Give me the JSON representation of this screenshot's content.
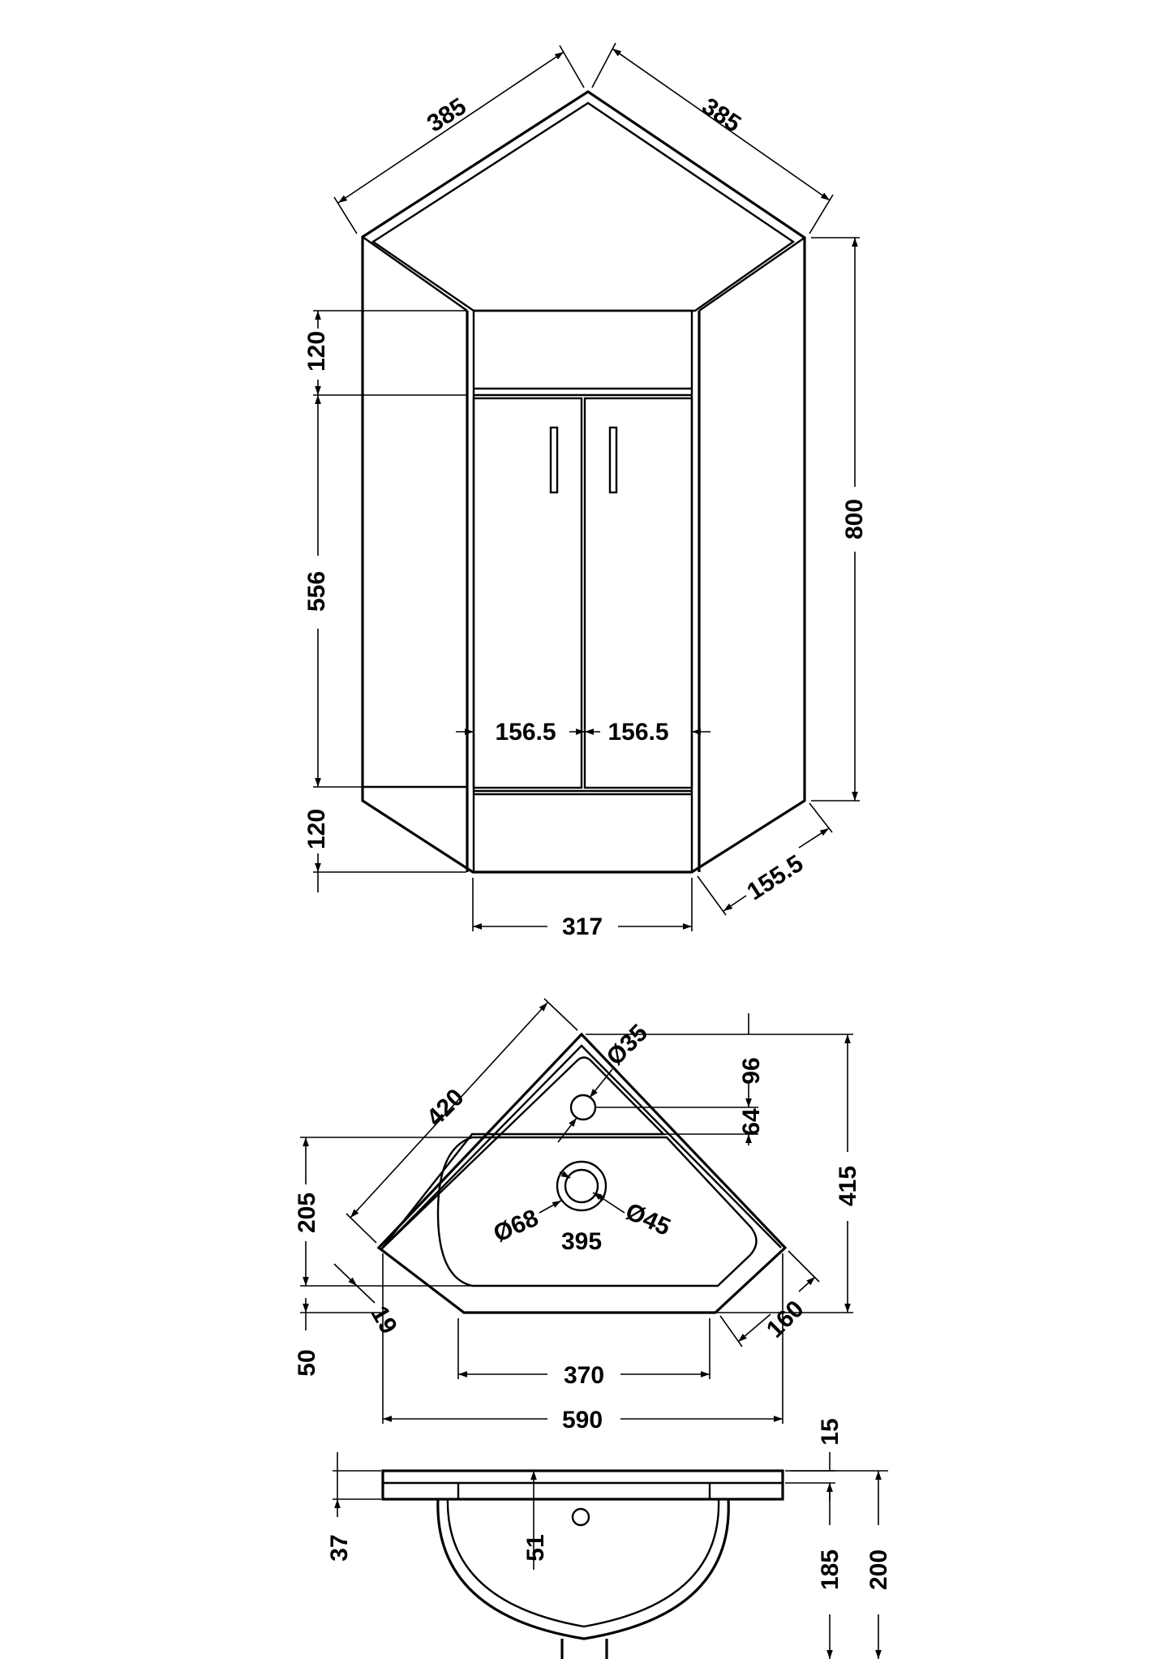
{
  "colors": {
    "line": "#000000",
    "background": "#ffffff"
  },
  "cabinet": {
    "top_left_side": "385",
    "top_right_side": "385",
    "top_panel": "120",
    "door_height": "556",
    "bottom_panel": "120",
    "total_height": "800",
    "left_door_width": "156.5",
    "right_door_width": "156.5",
    "plinth_side": "155.5",
    "front_width": "317"
  },
  "basin_plan": {
    "side_length": "420",
    "tap_hole": "Ø35",
    "tap_offset": "96",
    "tap_to_bowl": "64",
    "overall_depth": "415",
    "bowl_depth": "205",
    "waste_outer": "Ø68",
    "waste_inner": "Ø45",
    "bowl_width": "395",
    "rim_edge": "19",
    "front_return": "50",
    "bowl_front": "370",
    "side_return": "160",
    "overall_width": "590"
  },
  "basin_elevation": {
    "rim_depth": "37",
    "waste_depth": "51",
    "lip": "15",
    "bowl_height": "185",
    "overall_height": "200"
  }
}
